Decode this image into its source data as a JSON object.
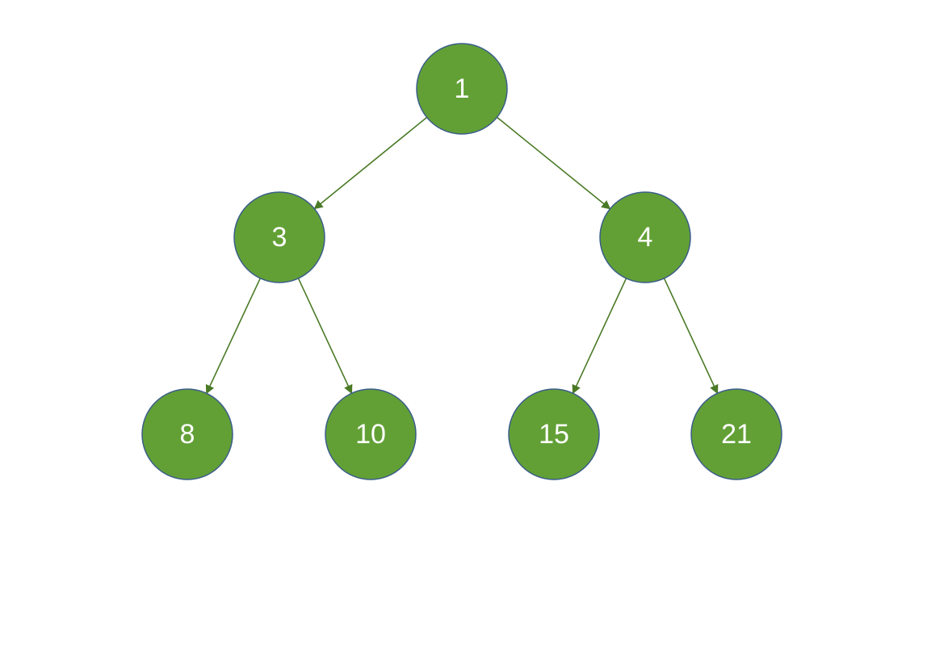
{
  "diagram": {
    "type": "binary-tree",
    "colors": {
      "node_fill": "#62a036",
      "node_stroke": "#3b5d8a",
      "edge": "#4a7a26",
      "label": "#ffffff"
    },
    "nodes": [
      {
        "id": "n1",
        "label": "1"
      },
      {
        "id": "n3",
        "label": "3"
      },
      {
        "id": "n4",
        "label": "4"
      },
      {
        "id": "n8",
        "label": "8"
      },
      {
        "id": "n10",
        "label": "10"
      },
      {
        "id": "n15",
        "label": "15"
      },
      {
        "id": "n21",
        "label": "21"
      }
    ],
    "edges": [
      {
        "from": "n1",
        "to": "n3"
      },
      {
        "from": "n1",
        "to": "n4"
      },
      {
        "from": "n3",
        "to": "n8"
      },
      {
        "from": "n3",
        "to": "n10"
      },
      {
        "from": "n4",
        "to": "n15"
      },
      {
        "from": "n4",
        "to": "n21"
      }
    ]
  }
}
